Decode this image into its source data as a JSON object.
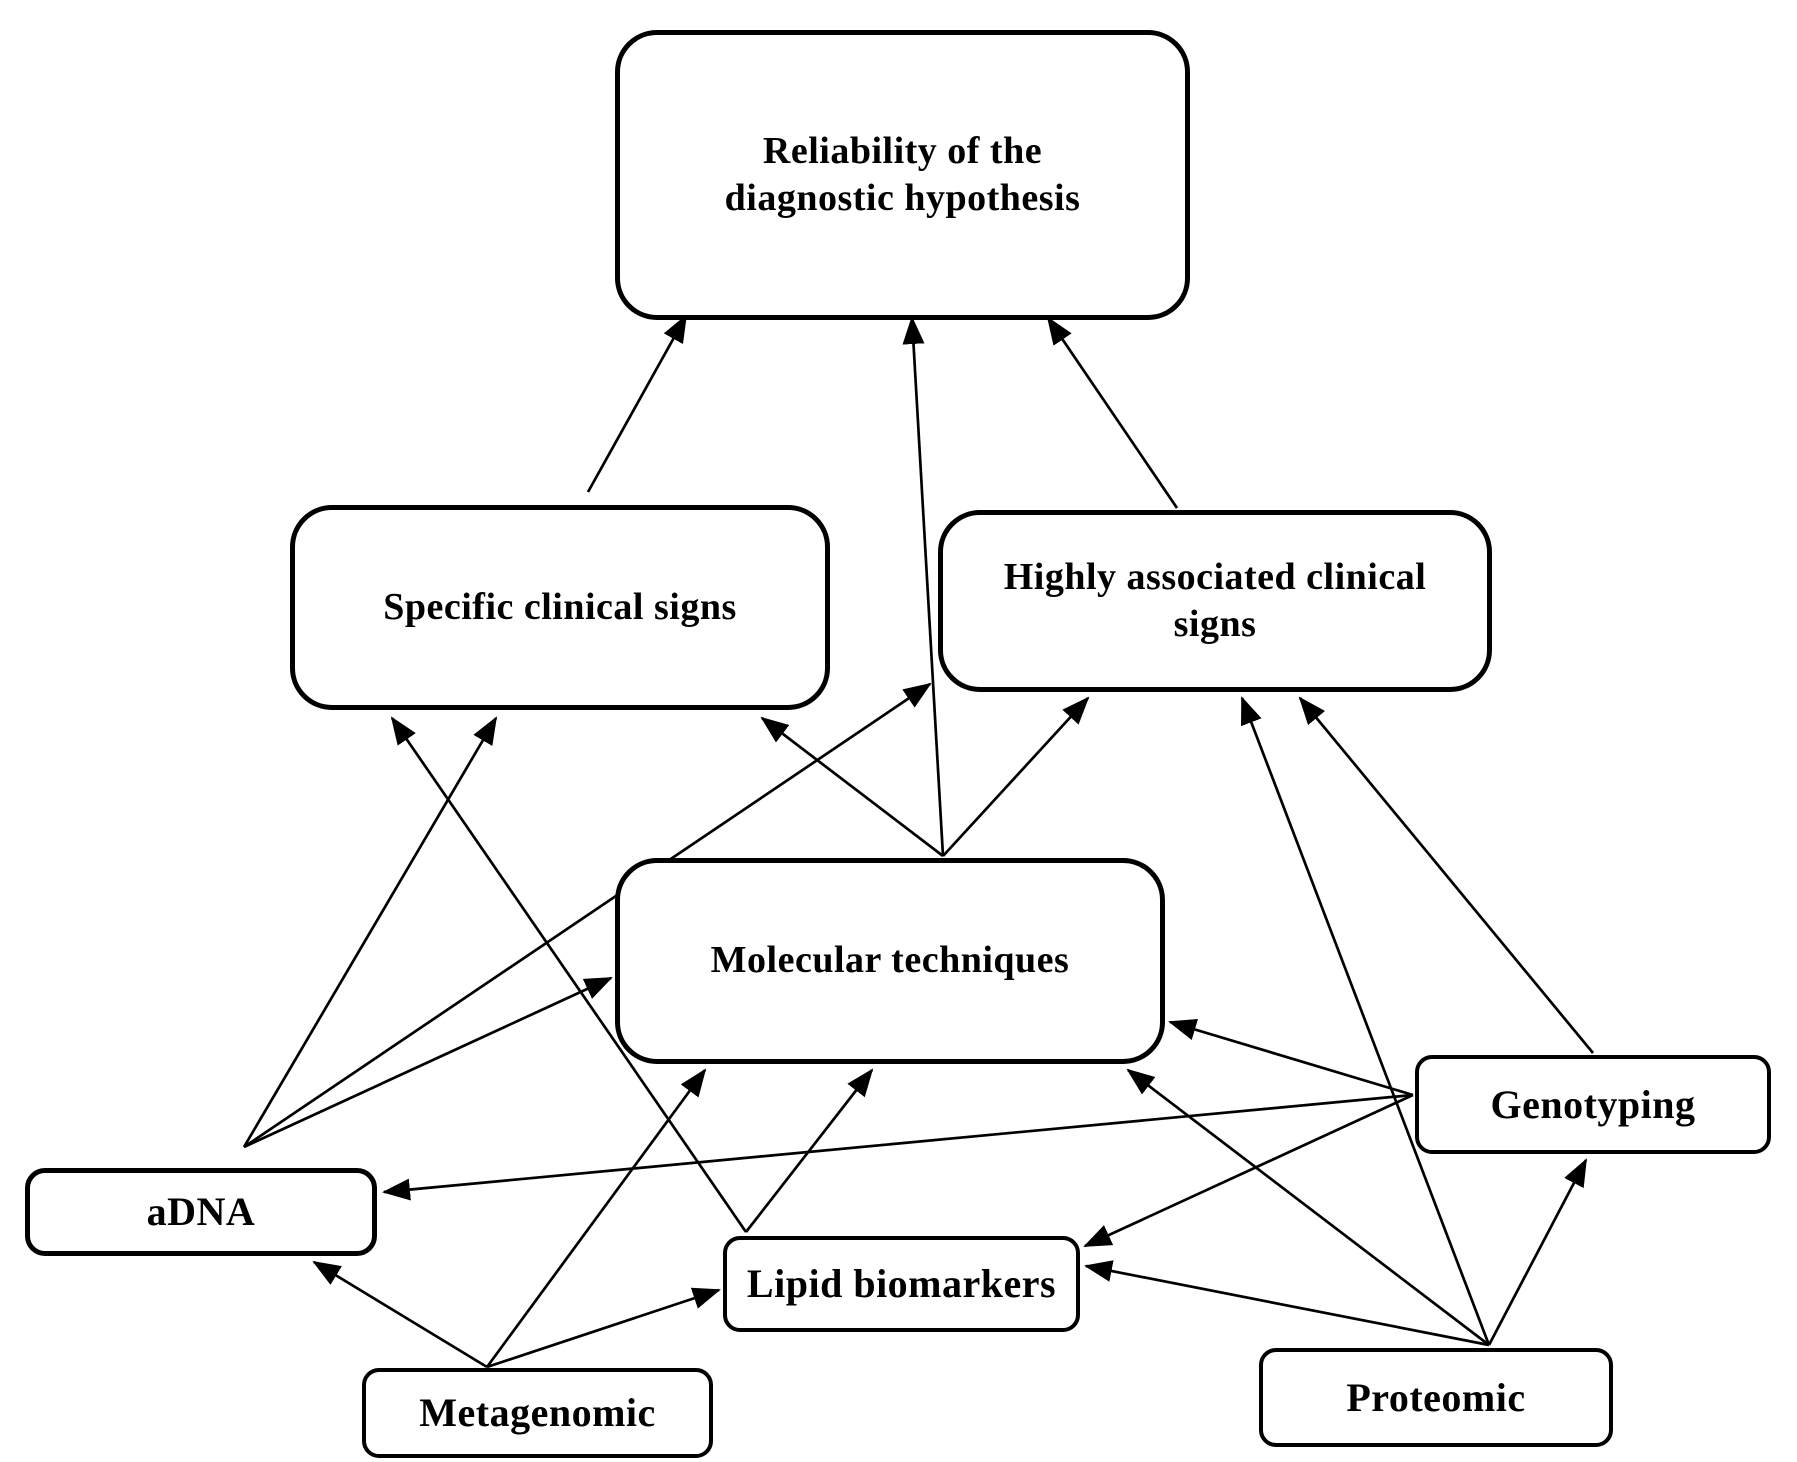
{
  "diagram": {
    "type": "flowchart",
    "background_color": "#ffffff",
    "box_fill_color": "#ffffff",
    "box_border_color": "#000000",
    "arrow_color": "#000000",
    "text_color": "#000000",
    "nodes": {
      "reliability": {
        "label": "Reliability of the diagnostic hypothesis"
      },
      "specific": {
        "label": "Specific clinical signs"
      },
      "highly": {
        "label": "Highly associated clinical signs"
      },
      "molecular": {
        "label": "Molecular techniques"
      },
      "adna": {
        "label": "aDNA"
      },
      "lipid": {
        "label": "Lipid biomarkers"
      },
      "metagenomic": {
        "label": "Metagenomic"
      },
      "proteomic": {
        "label": "Proteomic"
      },
      "genotyping": {
        "label": "Genotyping"
      }
    },
    "edges": [
      {
        "from": "specific",
        "to": "reliability"
      },
      {
        "from": "molecular",
        "to": "reliability"
      },
      {
        "from": "highly",
        "to": "reliability"
      },
      {
        "from": "adna",
        "to": "specific"
      },
      {
        "from": "adna",
        "to": "molecular"
      },
      {
        "from": "adna",
        "to": "highly"
      },
      {
        "from": "lipid",
        "to": "specific"
      },
      {
        "from": "lipid",
        "to": "molecular"
      },
      {
        "from": "metagenomic",
        "to": "adna"
      },
      {
        "from": "metagenomic",
        "to": "molecular"
      },
      {
        "from": "metagenomic",
        "to": "lipid"
      },
      {
        "from": "molecular",
        "to": "specific"
      },
      {
        "from": "molecular",
        "to": "highly"
      },
      {
        "from": "genotyping",
        "to": "adna"
      },
      {
        "from": "genotyping",
        "to": "molecular"
      },
      {
        "from": "genotyping",
        "to": "lipid"
      },
      {
        "from": "genotyping",
        "to": "highly"
      },
      {
        "from": "proteomic",
        "to": "genotyping"
      },
      {
        "from": "proteomic",
        "to": "highly"
      },
      {
        "from": "proteomic",
        "to": "molecular"
      },
      {
        "from": "proteomic",
        "to": "lipid"
      }
    ]
  }
}
